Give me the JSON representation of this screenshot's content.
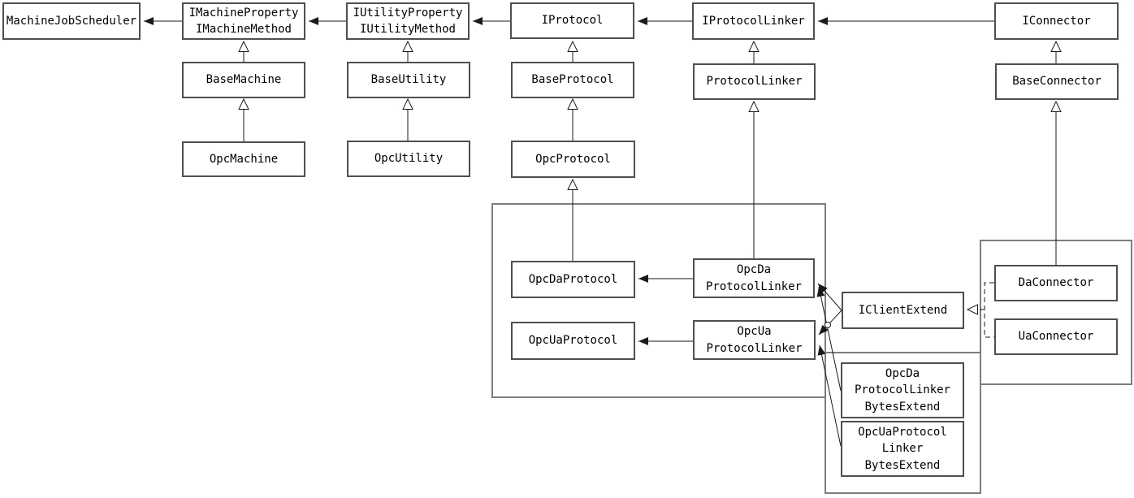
{
  "diagram": {
    "nodes": {
      "machine_job_scheduler": {
        "label": "MachineJobScheduler"
      },
      "imachine": {
        "label": "IMachineProperty\nIMachineMethod"
      },
      "iutility": {
        "label": "IUtilityProperty\nIUtilityMethod"
      },
      "iprotocol": {
        "label": "IProtocol"
      },
      "iprotocollinker": {
        "label": "IProtocolLinker"
      },
      "iconnector": {
        "label": "IConnector"
      },
      "base_machine": {
        "label": "BaseMachine"
      },
      "base_utility": {
        "label": "BaseUtility"
      },
      "base_protocol": {
        "label": "BaseProtocol"
      },
      "protocol_linker": {
        "label": "ProtocolLinker"
      },
      "base_connector": {
        "label": "BaseConnector"
      },
      "opc_machine": {
        "label": "OpcMachine"
      },
      "opc_utility": {
        "label": "OpcUtility"
      },
      "opc_protocol": {
        "label": "OpcProtocol"
      },
      "opc_da_protocol": {
        "label": "OpcDaProtocol"
      },
      "opc_ua_protocol": {
        "label": "OpcUaProtocol"
      },
      "opc_da_protocol_linker": {
        "label": "OpcDa\nProtocolLinker"
      },
      "opc_ua_protocol_linker": {
        "label": "OpcUa\nProtocolLinker"
      },
      "iclient_extend": {
        "label": "IClientExtend"
      },
      "da_connector": {
        "label": "DaConnector"
      },
      "ua_connector": {
        "label": "UaConnector"
      },
      "opc_da_linker_bytes": {
        "label": "OpcDa\nProtocolLinker\nBytesExtend"
      },
      "opc_ua_linker_bytes": {
        "label": "OpcUaProtocol\nLinker\nBytesExtend"
      }
    },
    "edges": [
      {
        "from": "imachine",
        "to": "machine_job_scheduler",
        "type": "dependency-filled-arrow"
      },
      {
        "from": "iutility",
        "to": "imachine",
        "type": "dependency-filled-arrow"
      },
      {
        "from": "iprotocol",
        "to": "iutility",
        "type": "dependency-filled-arrow"
      },
      {
        "from": "iprotocollinker",
        "to": "iprotocol",
        "type": "dependency-filled-arrow"
      },
      {
        "from": "iconnector",
        "to": "iprotocollinker",
        "type": "dependency-filled-arrow"
      },
      {
        "from": "base_machine",
        "to": "imachine",
        "type": "generalization-hollow-triangle"
      },
      {
        "from": "opc_machine",
        "to": "base_machine",
        "type": "generalization-hollow-triangle"
      },
      {
        "from": "base_utility",
        "to": "iutility",
        "type": "generalization-hollow-triangle"
      },
      {
        "from": "opc_utility",
        "to": "base_utility",
        "type": "generalization-hollow-triangle"
      },
      {
        "from": "base_protocol",
        "to": "iprotocol",
        "type": "generalization-hollow-triangle"
      },
      {
        "from": "opc_protocol",
        "to": "base_protocol",
        "type": "generalization-hollow-triangle"
      },
      {
        "from": "opc_da_protocol",
        "to": "opc_protocol",
        "type": "generalization-hollow-triangle"
      },
      {
        "from": "protocol_linker",
        "to": "iprotocollinker",
        "type": "generalization-hollow-triangle"
      },
      {
        "from": "opc_da_protocol_linker",
        "to": "protocol_linker",
        "type": "generalization-hollow-triangle"
      },
      {
        "from": "base_connector",
        "to": "iconnector",
        "type": "generalization-hollow-triangle"
      },
      {
        "from": "da_connector",
        "to": "base_connector",
        "type": "generalization-hollow-triangle"
      },
      {
        "from": "opc_da_protocol_linker",
        "to": "opc_da_protocol",
        "type": "dependency-filled-arrow"
      },
      {
        "from": "opc_ua_protocol_linker",
        "to": "opc_ua_protocol",
        "type": "dependency-filled-arrow"
      },
      {
        "from": "iclient_extend",
        "to": "opc_da_protocol_linker",
        "type": "dependency-filled-arrow"
      },
      {
        "from": "iclient_extend",
        "to": "opc_ua_protocol_linker",
        "type": "dependency-filled-arrow"
      },
      {
        "from": "opc_da_linker_bytes",
        "to": "opc_da_protocol_linker",
        "type": "dependency-filled-arrow"
      },
      {
        "from": "opc_ua_linker_bytes",
        "to": "opc_ua_protocol_linker",
        "type": "dependency-filled-arrow"
      },
      {
        "from": "da_connector",
        "to": "iclient_extend",
        "type": "realization-dashed-hollow-triangle"
      },
      {
        "from": "ua_connector",
        "to": "iclient_extend",
        "type": "realization-dashed-hollow-triangle"
      }
    ],
    "colors": {
      "node_border": "#4f4f4f",
      "container_border": "#7d7d7d",
      "edge": "#1a1a1a",
      "background": "#ffffff",
      "text": "#000000"
    }
  }
}
